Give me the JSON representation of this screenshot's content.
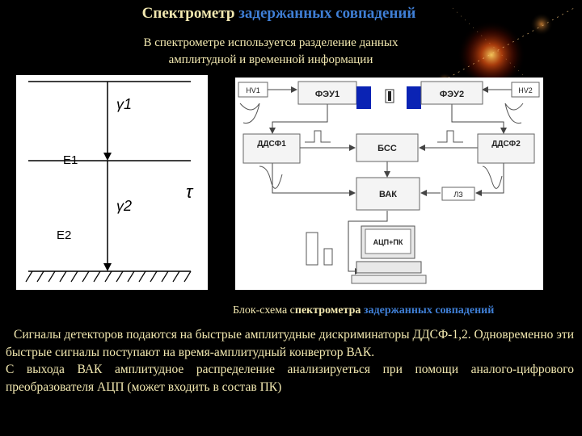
{
  "title": {
    "part1": "Спектрометр",
    "part2": "задержанных совпадений"
  },
  "subtitle": {
    "line1": "В спектрометре используется разделение данных",
    "line2": "амплитудной и временной информации"
  },
  "level_diagram": {
    "gamma1": "γ1",
    "gamma2": "γ2",
    "e1": "E1",
    "e2": "E2",
    "tau": "τ"
  },
  "block_diagram": {
    "hv1": "HV1",
    "hv2": "HV2",
    "feu1": "ФЭУ1",
    "feu2": "ФЭУ2",
    "ddsf1": "ДДСФ1",
    "ddsf2": "ДДСФ2",
    "bss": "БСС",
    "vak": "ВАК",
    "lz": "ЛЗ",
    "adc": "АЦП+ПК"
  },
  "caption": {
    "part1": "Блок-схема с",
    "part2": "пектрометра",
    "part3": " задержанных совпадений"
  },
  "paragraph1": "Сигналы детекторов подаются на быстрые амплитудные дискриминаторы ДДСФ-1,2. Одновременно эти быстрые сигналы поступают на время-амплитудный конвертор ВАК.",
  "paragraph2": "С выхода ВАК амплитудное распределение анализируеться при помощи аналого-цифрового преобразователя АЦП (может входить в состав ПК)",
  "colors": {
    "title_light": "#f2e8b0",
    "title_blue": "#3f7fd6",
    "background": "#000000",
    "scintillator_blue": "#0a23b4"
  }
}
